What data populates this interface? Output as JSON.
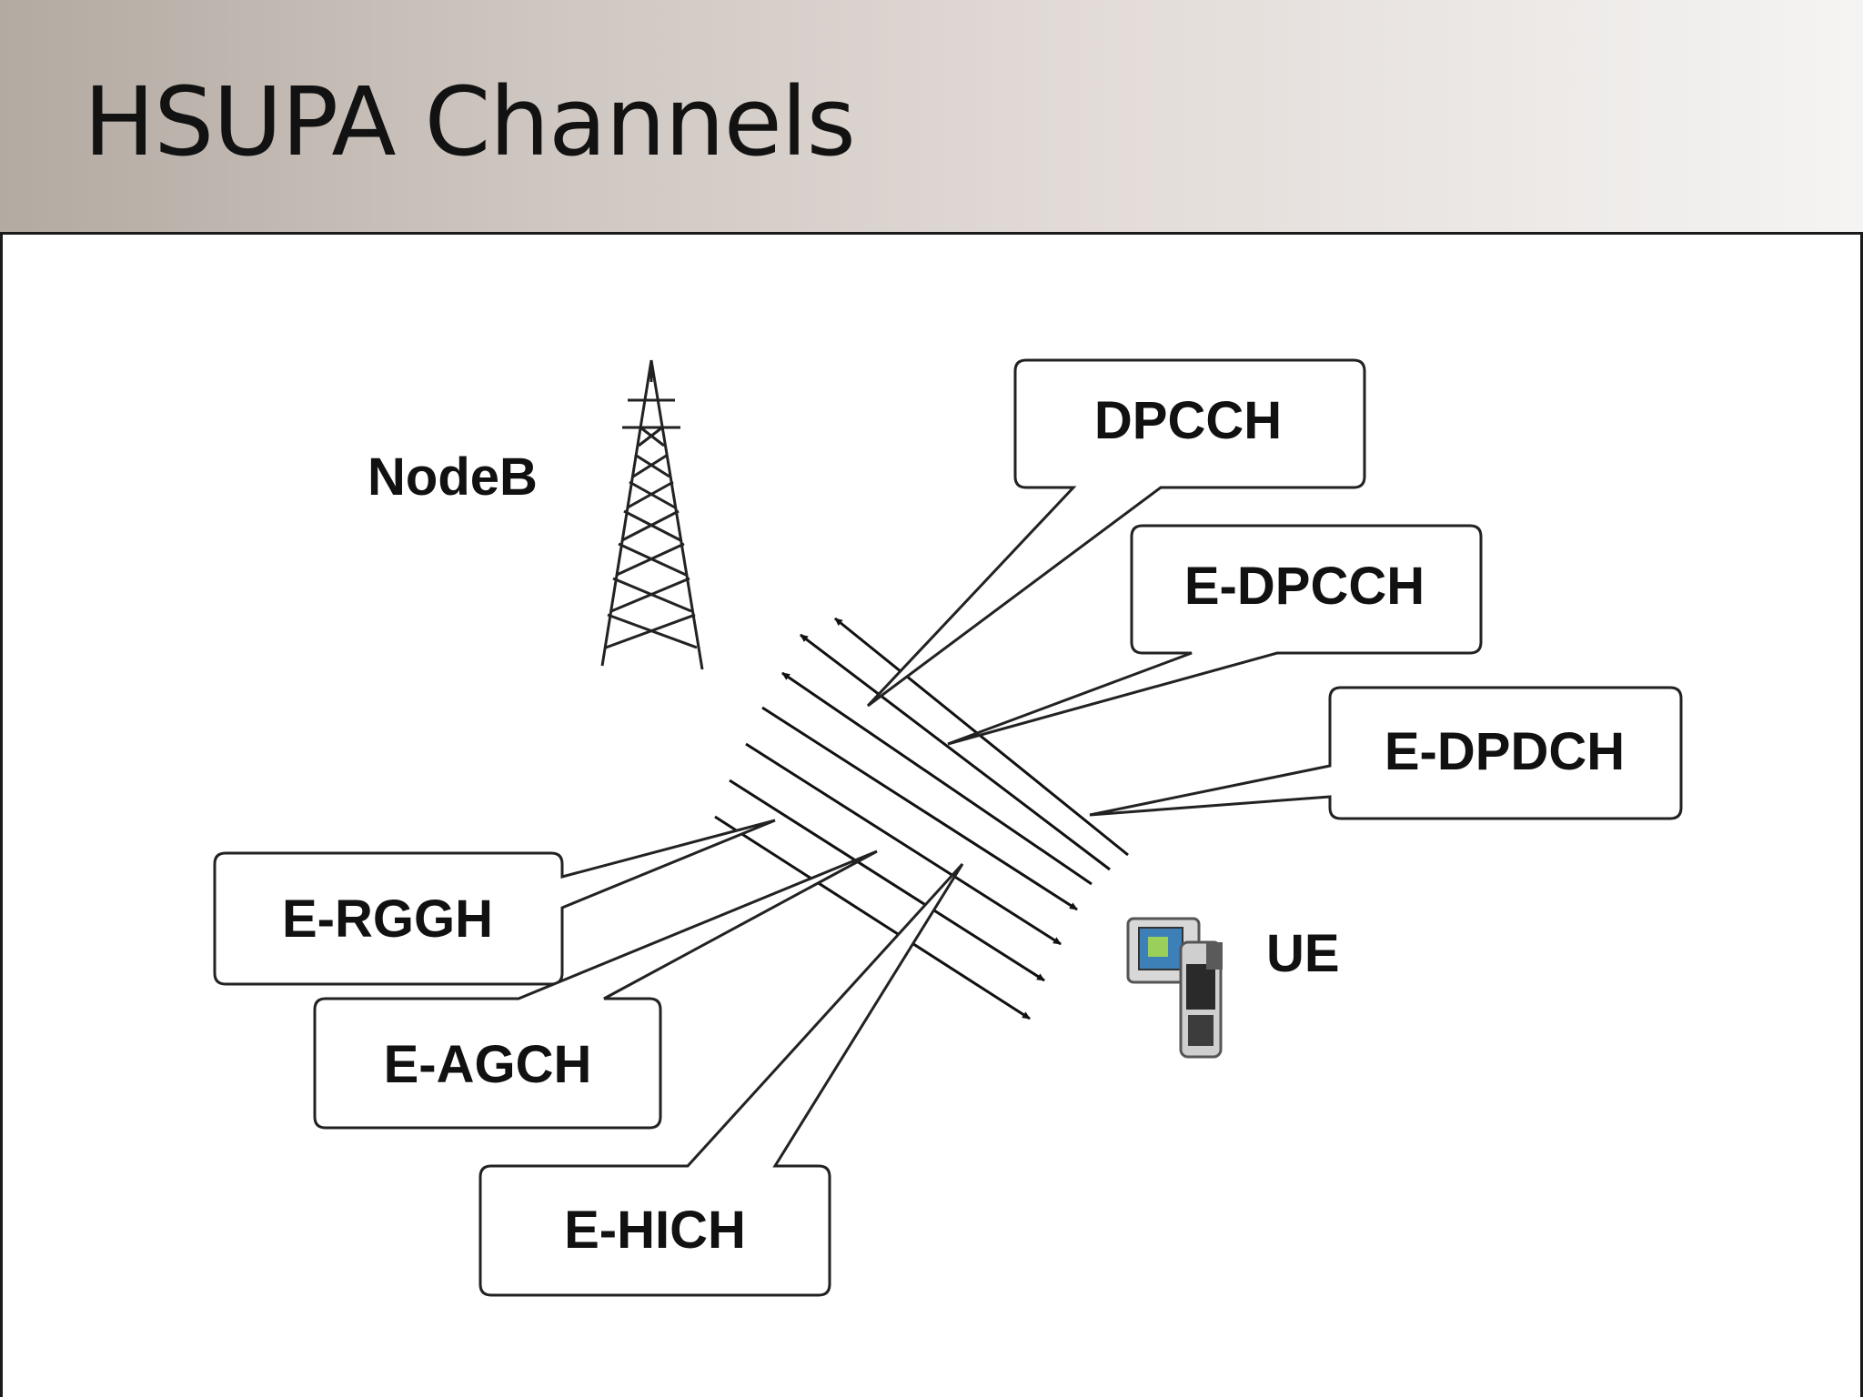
{
  "slide": {
    "title": "HSUPA Channels"
  },
  "diagram": {
    "base_station_label": "NodeB",
    "terminal_label": "UE",
    "uplink_channels": [
      "DPCCH",
      "E-DPCCH",
      "E-DPDCH"
    ],
    "downlink_channels": [
      "E-RGGH",
      "E-AGCH",
      "E-HICH"
    ]
  },
  "colors": {
    "header_gradient_start": "#b3aba2",
    "header_gradient_end": "#f5f4f3",
    "line": "#111111",
    "background": "#ffffff"
  }
}
